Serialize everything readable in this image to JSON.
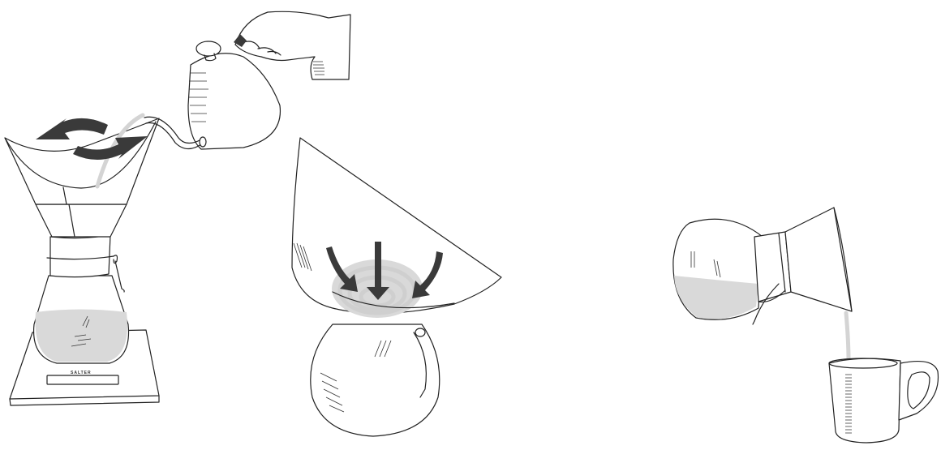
{
  "illustration": {
    "description": "Pour-over coffee brewing steps, hand-drawn line art",
    "colors": {
      "line": "#222222",
      "arrow": "#3a3a3a",
      "coffee_fill": "#d9d9d9",
      "water_stream": "#d4d4d4",
      "background": "#ffffff"
    },
    "steps": [
      {
        "name": "pour-water-circular",
        "objects": [
          "scale",
          "carafe-with-filter",
          "gooseneck-kettle",
          "hand",
          "circular-arrows"
        ]
      },
      {
        "name": "fold-filter-drain",
        "objects": [
          "carafe",
          "folded-filter",
          "downward-arrows",
          "coffee-grounds-rings"
        ]
      },
      {
        "name": "serve-coffee",
        "objects": [
          "tilted-carafe",
          "mug",
          "coffee-stream"
        ]
      }
    ],
    "scale_label": "SALTER"
  }
}
